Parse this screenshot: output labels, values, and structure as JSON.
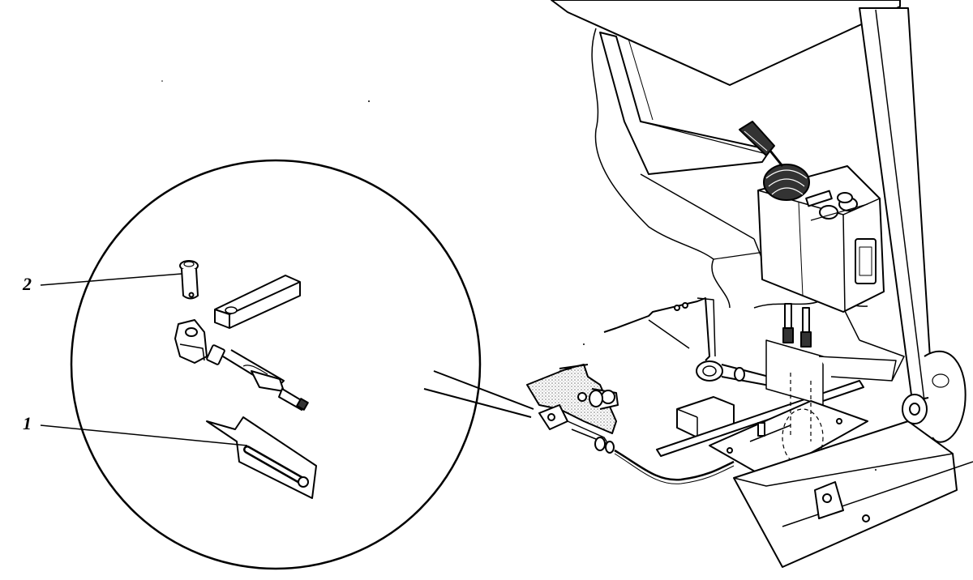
{
  "callouts": [
    {
      "label": "2",
      "part": "clevis-pin"
    },
    {
      "label": "1",
      "part": "slotted-bracket"
    }
  ],
  "colors": {
    "ink": "#000000",
    "paper": "#ffffff",
    "stipple": "#c8c8c8",
    "dark_fill": "#333333"
  }
}
